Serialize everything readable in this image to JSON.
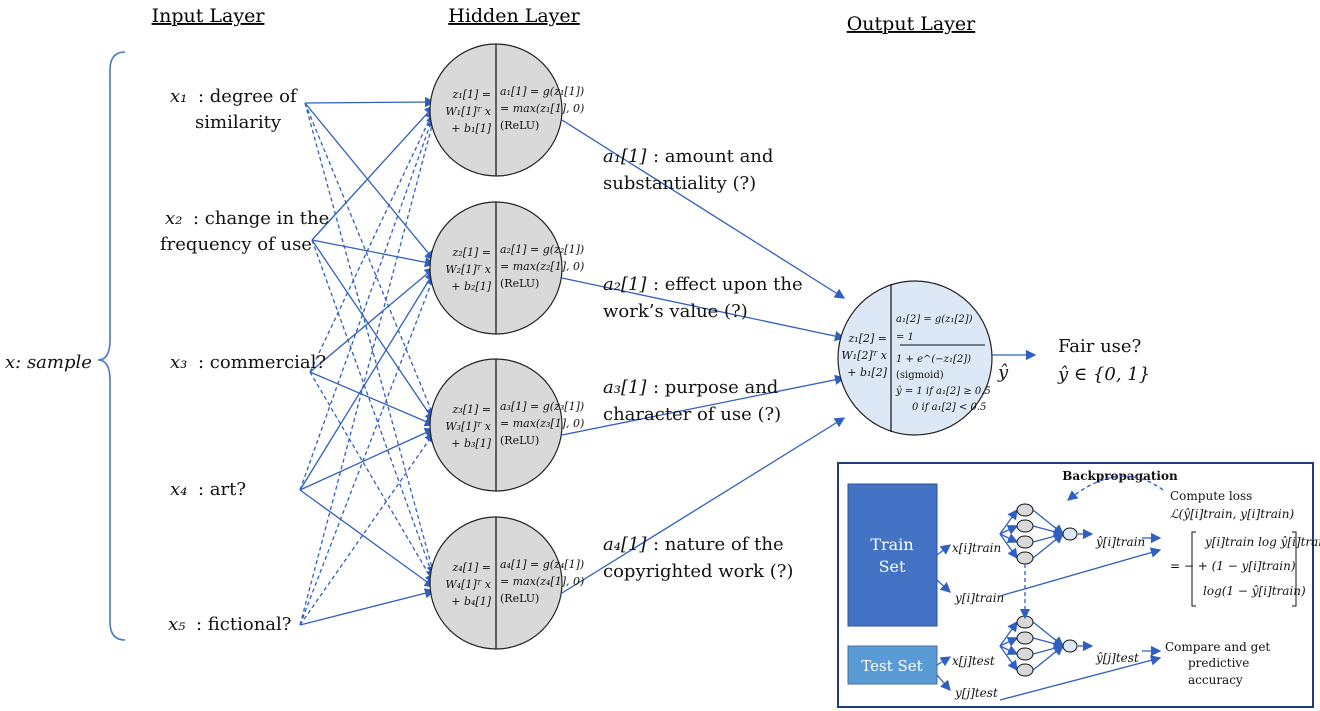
{
  "headers": {
    "input": "Input Layer",
    "hidden": "Hidden Layer",
    "output": "Output Layer"
  },
  "sample_label": "x: sample",
  "inputs": [
    {
      "sym": "x₁",
      "lines": [
        ": degree of",
        "similarity"
      ]
    },
    {
      "sym": "x₂",
      "lines": [
        ": change in the",
        "frequency of use"
      ]
    },
    {
      "sym": "x₃",
      "lines": [
        ": commercial?"
      ]
    },
    {
      "sym": "x₄",
      "lines": [
        ": art?"
      ]
    },
    {
      "sym": "x₅",
      "lines": [
        ": fictional?"
      ]
    }
  ],
  "hidden_neurons": [
    {
      "left": [
        "z₁[1] =",
        "W₁[1]ᵀ x",
        "+ b₁[1]"
      ],
      "right": [
        "a₁[1] = g(z₁[1])",
        "= max(z₁[1], 0)",
        "(ReLU)"
      ]
    },
    {
      "left": [
        "z₂[1] =",
        "W₂[1]ᵀ x",
        "+ b₂[1]"
      ],
      "right": [
        "a₂[1] = g(z₂[1])",
        "= max(z₂[1], 0)",
        "(ReLU)"
      ]
    },
    {
      "left": [
        "z₃[1] =",
        "W₃[1]ᵀ x",
        "+ b₃[1]"
      ],
      "right": [
        "a₃[1] = g(z₃[1])",
        "= max(z₃[1], 0)",
        "(ReLU)"
      ]
    },
    {
      "left": [
        "z₄[1] =",
        "W₄[1]ᵀ x",
        "+ b₄[1]"
      ],
      "right": [
        "a₄[1] = g(z₄[1])",
        "= max(z₄[1], 0)",
        "(ReLU)"
      ]
    }
  ],
  "activations": [
    {
      "sym": "a₁[1]",
      "lines": [
        ": amount and",
        "substantiality (?)"
      ]
    },
    {
      "sym": "a₂[1]",
      "lines": [
        ": effect upon the",
        "work’s value (?)"
      ]
    },
    {
      "sym": "a₃[1]",
      "lines": [
        ": purpose and",
        "character of use (?)"
      ]
    },
    {
      "sym": "a₄[1]",
      "lines": [
        ": nature of the",
        "copyrighted work (?)"
      ]
    }
  ],
  "output_neuron": {
    "left": [
      "z₁[2] =",
      "W₁[2]ᵀ x",
      "+ b₁[2]"
    ],
    "right": [
      "a₁[2] = g(z₁[2])",
      "=      1",
      "1 + e^(−z₁[2])",
      "(sigmoid)",
      "ŷ = 1 if a₁[2] ≥ 0.5",
      "0 if a₁[2] < 0.5"
    ]
  },
  "output": {
    "yhat": "ŷ",
    "question": "Fair use?",
    "range": "ŷ ∈ {0, 1}"
  },
  "inset": {
    "train_set": [
      "Train",
      "Set"
    ],
    "test_set": "Test Set",
    "backprop": "Backpropagation",
    "x_train": "x[i]train",
    "y_train": "y[i]train",
    "yhat_train": "ŷ[i]train",
    "x_test": "x[j]test",
    "y_test": "y[j]test",
    "yhat_test": "ŷ[j]test",
    "loss_lines": [
      "Compute loss",
      "ℒ(ŷ[i]train, y[i]train)",
      "y[i]train log ŷ[i]train",
      "= −  + (1 − y[i]train)",
      "log(1 − ŷ[i]train)"
    ],
    "compare_lines": [
      "Compare and get",
      "predictive",
      "accuracy"
    ]
  },
  "colors": {
    "edge": "#2e5fc1",
    "hidden_fill": "#d9d9d9",
    "output_fill": "#dce8f5",
    "train": "#4472c4",
    "test": "#5b9bd5",
    "inset_border": "#1f3b7a"
  }
}
